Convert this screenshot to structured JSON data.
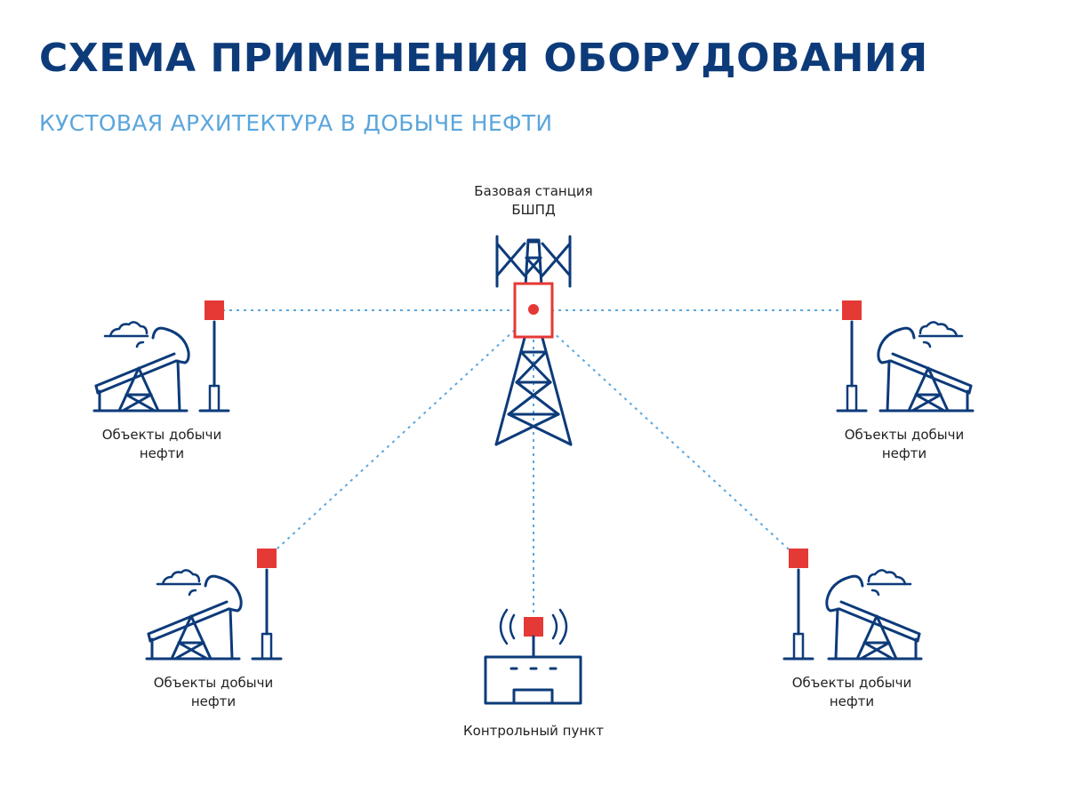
{
  "header": {
    "title": "СХЕМА ПРИМЕНЕНИЯ ОБОРУДОВАНИЯ",
    "subtitle": "КУСТОВАЯ АРХИТЕКТУРА В ДОБЫЧЕ НЕФТИ"
  },
  "diagram": {
    "base_station": {
      "label_line1": "Базовая станция",
      "label_line2": "БШПД",
      "icon": "radio-tower-icon"
    },
    "control_point": {
      "label": "Контрольный пункт",
      "icon": "control-point-icon"
    },
    "sites": [
      {
        "label_line1": "Объекты добычи",
        "label_line2": "нефти",
        "icon": "oil-pump-jack-icon"
      },
      {
        "label_line1": "Объекты добычи",
        "label_line2": "нефти",
        "icon": "oil-pump-jack-icon"
      },
      {
        "label_line1": "Объекты добычи",
        "label_line2": "нефти",
        "icon": "oil-pump-jack-icon"
      },
      {
        "label_line1": "Объекты добычи",
        "label_line2": "нефти",
        "icon": "oil-pump-jack-icon"
      }
    ],
    "colors": {
      "navy": "#0d3b7a",
      "accent_red": "#e53935",
      "link_blue": "#5ba6dc"
    }
  }
}
